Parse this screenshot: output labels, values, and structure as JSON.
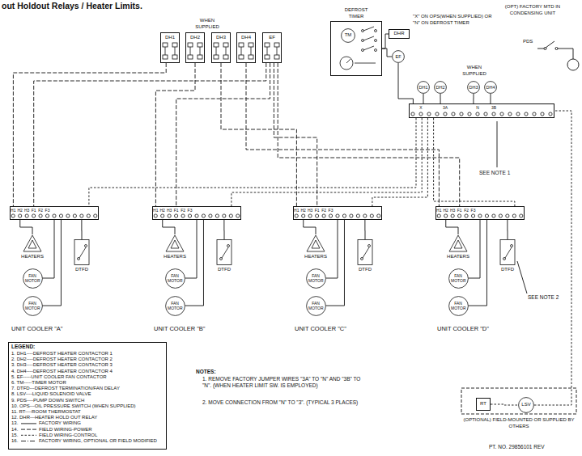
{
  "diagram": {
    "title": "out Holdout Relays / Heater Limits.",
    "nodes": [
      {
        "text": [
          "DH1"
        ]
      },
      {
        "text": [
          "DH2"
        ]
      },
      {
        "text": [
          "DH3"
        ]
      },
      {
        "text": [
          "DH4"
        ]
      },
      {
        "text": [
          "EF"
        ]
      },
      {
        "text": [
          "DEFROST TIMER"
        ]
      },
      {
        "text": [
          "TM"
        ],
        "in": 5
      },
      {
        "text": [
          "DHR"
        ]
      },
      {
        "text": [
          "EF"
        ]
      },
      {
        "text": [
          "DH1"
        ]
      },
      {
        "text": [
          "DH2"
        ]
      },
      {
        "text": [
          "DH3"
        ]
      },
      {
        "text": [
          "DH4"
        ]
      },
      {
        "text": [
          "X",
          "3A",
          "N",
          "3B"
        ]
      },
      {
        "text": [
          "H1",
          "H2",
          "H3",
          "F1",
          "F2",
          "F3"
        ]
      },
      {
        "text": [
          "HEATERS"
        ]
      },
      {
        "text": [
          "FAN MOTOR"
        ]
      },
      {
        "text": [
          "FAN MOTOR"
        ]
      },
      {
        "text": [
          "DTFD"
        ]
      },
      {
        "text": [
          "H1",
          "H2",
          "H3",
          "F1",
          "F2",
          "F3"
        ]
      },
      {
        "text": [
          "HEATERS"
        ]
      },
      {
        "text": [
          "FAN MOTOR"
        ]
      },
      {
        "text": [
          "FAN MOTOR"
        ]
      },
      {
        "text": [
          "DTFD"
        ]
      },
      {
        "text": [
          "H1",
          "H2",
          "H3",
          "F1",
          "F2",
          "F3"
        ]
      },
      {
        "text": [
          "HEATERS"
        ]
      },
      {
        "text": [
          "FAN MOTOR"
        ]
      },
      {
        "text": [
          "FAN MOTOR"
        ]
      },
      {
        "text": [
          "DTFD"
        ]
      },
      {
        "text": [
          "H1",
          "H2",
          "H3",
          "F1",
          "F2",
          "F3"
        ]
      },
      {
        "text": [
          "HEATERS"
        ]
      },
      {
        "text": [
          "FAN MOTOR"
        ]
      },
      {
        "text": [
          "FAN MOTOR"
        ]
      },
      {
        "text": [
          "DTFD"
        ]
      },
      {
        "text": [
          "RT"
        ]
      },
      {
        "text": [
          "LSV"
        ]
      }
    ],
    "edges": [
      {
        "from": 0,
        "to": 14,
        "arrow": "none"
      },
      {
        "from": 4,
        "to": 14,
        "arrow": "none"
      },
      {
        "from": 1,
        "to": 19,
        "arrow": "none"
      },
      {
        "from": 4,
        "to": 19,
        "arrow": "none"
      },
      {
        "from": 2,
        "to": 24,
        "arrow": "none"
      },
      {
        "from": 4,
        "to": 24,
        "arrow": "none"
      },
      {
        "from": 3,
        "to": 29,
        "arrow": "none"
      },
      {
        "from": 4,
        "to": 29,
        "arrow": "none"
      },
      {
        "from": 5,
        "to": 7,
        "arrow": "none"
      },
      {
        "from": 5,
        "to": 8,
        "arrow": "none"
      },
      {
        "from": 8,
        "to": 13,
        "arrow": "none"
      },
      {
        "from": 9,
        "to": 13,
        "arrow": "none"
      },
      {
        "from": 10,
        "to": 13,
        "arrow": "none"
      },
      {
        "from": 11,
        "to": 13,
        "arrow": "none"
      },
      {
        "from": 12,
        "to": 13,
        "arrow": "none"
      },
      {
        "from": 13,
        "to": 14,
        "arrow": "none"
      },
      {
        "from": 13,
        "to": 19,
        "arrow": "none"
      },
      {
        "from": 13,
        "to": 24,
        "arrow": "none"
      },
      {
        "from": 13,
        "to": 29,
        "arrow": "none"
      },
      {
        "from": 15,
        "to": 14,
        "arrow": "none"
      },
      {
        "from": 16,
        "to": 14,
        "arrow": "none"
      },
      {
        "from": 17,
        "to": 14,
        "arrow": "none"
      },
      {
        "from": 18,
        "to": 14,
        "arrow": "none"
      },
      {
        "from": 20,
        "to": 19,
        "arrow": "none"
      },
      {
        "from": 21,
        "to": 19,
        "arrow": "none"
      },
      {
        "from": 22,
        "to": 19,
        "arrow": "none"
      },
      {
        "from": 23,
        "to": 19,
        "arrow": "none"
      },
      {
        "from": 25,
        "to": 24,
        "arrow": "none"
      },
      {
        "from": 26,
        "to": 24,
        "arrow": "none"
      },
      {
        "from": 27,
        "to": 24,
        "arrow": "none"
      },
      {
        "from": 28,
        "to": 24,
        "arrow": "none"
      },
      {
        "from": 30,
        "to": 29,
        "arrow": "none"
      },
      {
        "from": 31,
        "to": 29,
        "arrow": "none"
      },
      {
        "from": 32,
        "to": 29,
        "arrow": "none"
      },
      {
        "from": 33,
        "to": 29,
        "arrow": "none"
      },
      {
        "from": 34,
        "to": 35,
        "arrow": "none"
      },
      {
        "from": 35,
        "to": 13,
        "arrow": "none"
      }
    ],
    "labels": [
      "WHEN SUPPLIED",
      "\"X\" ON OPS(WHEN SUPPLIED) OR \"N\" ON DEFROST TIMER",
      "(OPT) FACTORY MTD IN CONDENSING UNIT",
      "PDS",
      "WHEN SUPPLIED",
      "SEE NOTE 1",
      "UNIT COOLER \"A\"",
      "UNIT COOLER \"B\"",
      "UNIT COOLER \"C\"",
      "UNIT COOLER \"D\"",
      "SEE NOTE 2",
      "LEGEND:",
      "13.",
      "14.",
      "15.",
      "16.",
      "NOTES:",
      "1. REMOVE FACTORY JUMPER WIRES \"3A\" TO \"N\" AND \"3B\" TO \"N\". (WHEN HEATER LIMIT SW. IS EMPLOYED)",
      "2. MOVE CONNECTION FROM \"N\" TO \"3\". (TYPICAL 3 PLACES)",
      "(OPTIONAL) FIELD-MOUNTED OR SUPPLIED BY OTHERS",
      "PT. NO. 29856101 REV"
    ],
    "legend": [
      {
        "text": "1. DH1----DEFROST HEATER CONTACTOR 1"
      },
      {
        "text": "2. DH2----DEFROST HEATER CONTACTOR 2"
      },
      {
        "text": "3. DH3----DEFROST HEATER CONTACTOR 3"
      },
      {
        "text": "4. DH4----DEFROST HEATER CONTACTOR 4"
      },
      {
        "text": "5. EF-----UNIT COOLER FAN CONTACTOR"
      },
      {
        "text": "6. TM-----TIMER MOTOR"
      },
      {
        "text": "7. DTFD---DEFROST TERMINATION/FAN DELAY"
      },
      {
        "text": "8. LSV----LIQUID SOLENOID VALVE"
      },
      {
        "text": "9. PDS----PUMP DOWN SWITCH"
      },
      {
        "text": "10. OPS---OIL PRESSURE SWITCH (WHEN SUPPLIED)"
      },
      {
        "text": "11. RT----ROOM THERMOSTAT"
      },
      {
        "text": "12. DHR---HEATER HOLD OUT RELAY"
      },
      {
        "text": "FACTORY WIRING"
      },
      {
        "text": "FIELD WIRING-POWER"
      },
      {
        "text": "FIELD WIRING-CONTROL"
      },
      {
        "text": "FACTORY WIRING, OPTIONAL OR FIELD MODIFIED"
      }
    ]
  }
}
